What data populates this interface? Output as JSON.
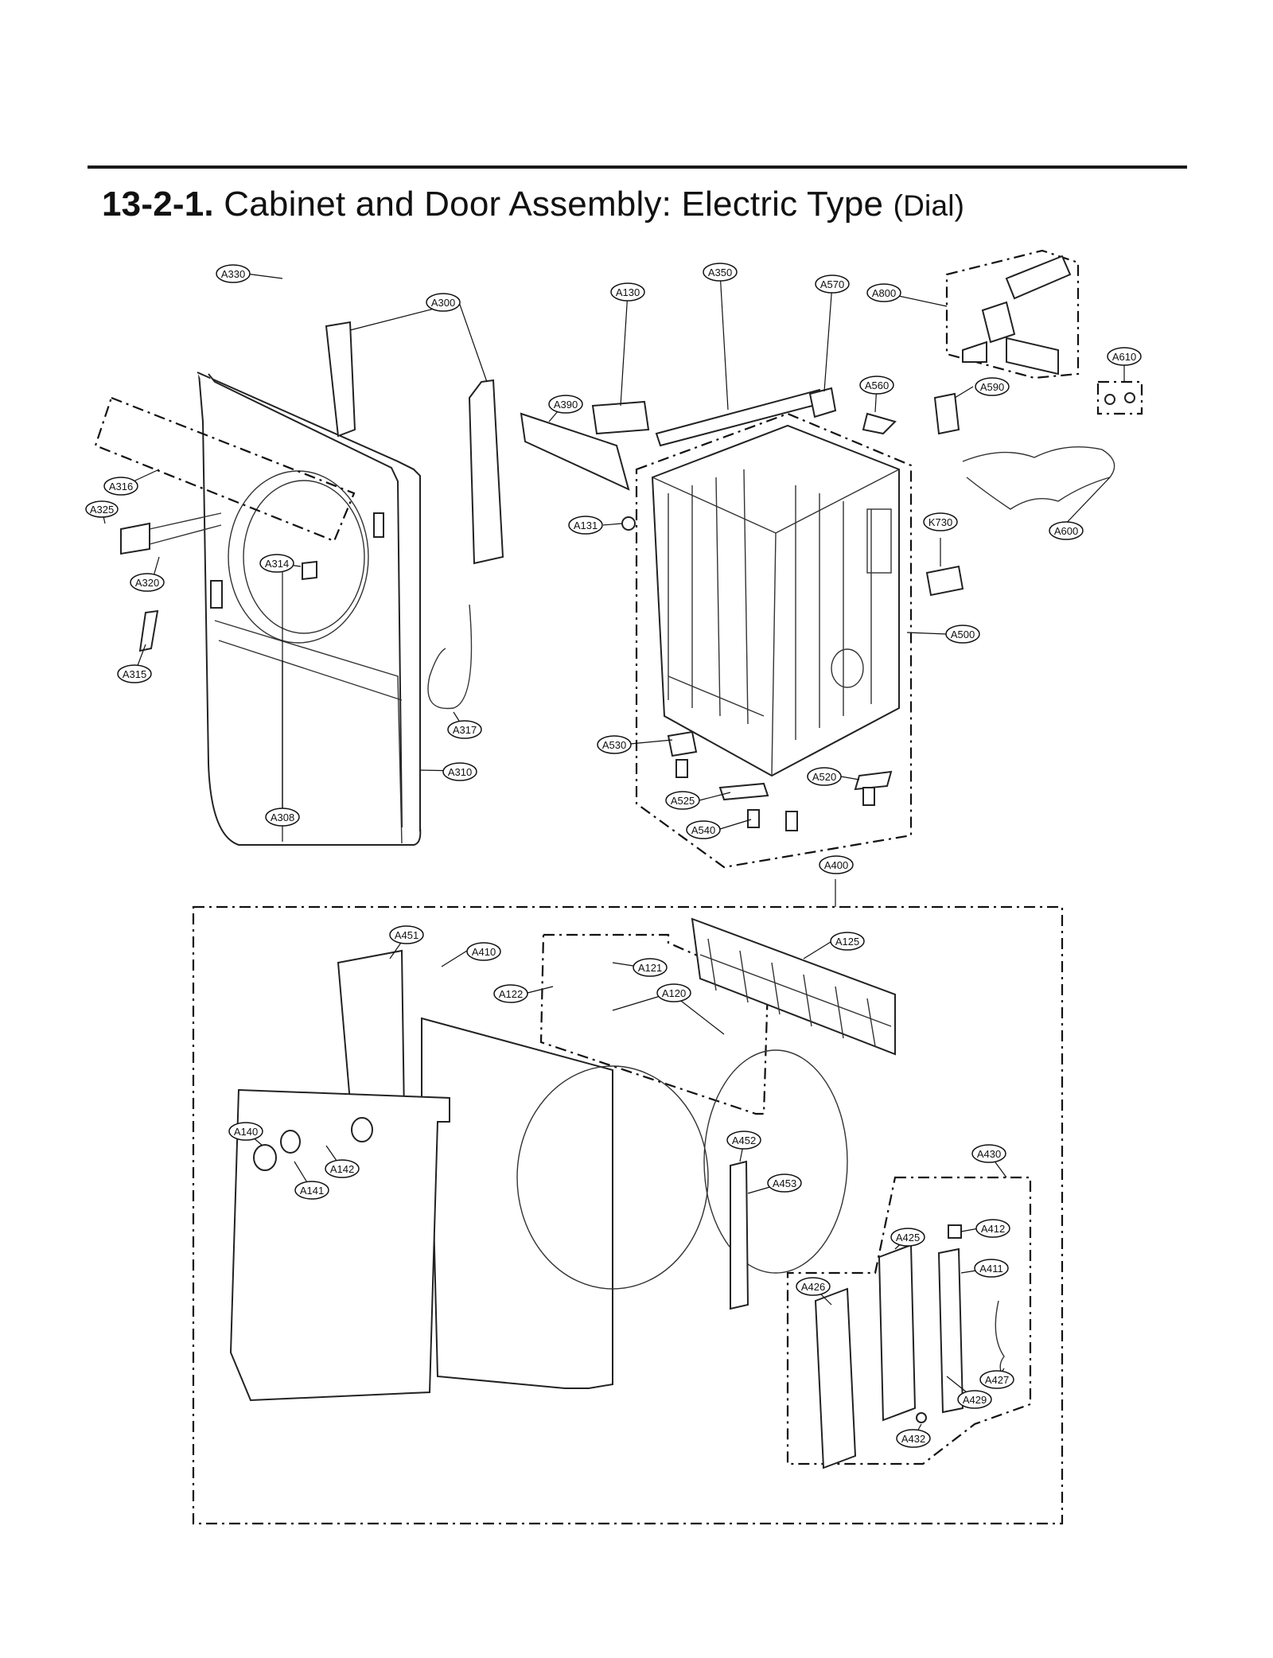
{
  "header": {
    "section_number": "13-2-1.",
    "title": "Cabinet and Door Assembly: Electric Type",
    "variant": "(Dial)"
  },
  "part_labels": [
    "A300",
    "A330",
    "A316",
    "A325",
    "A320",
    "A314",
    "A315",
    "A317",
    "A310",
    "A308",
    "A390",
    "A130",
    "A350",
    "A570",
    "A560",
    "A131",
    "A500",
    "A530",
    "A520",
    "A525",
    "A540",
    "A400",
    "A800",
    "A610",
    "A590",
    "A600",
    "K730",
    "A451",
    "A410",
    "A121",
    "A122",
    "A120",
    "A125",
    "A140",
    "A142",
    "A141",
    "A452",
    "A453",
    "A430",
    "A412",
    "A425",
    "A411",
    "A426",
    "A427",
    "A429",
    "A432"
  ]
}
